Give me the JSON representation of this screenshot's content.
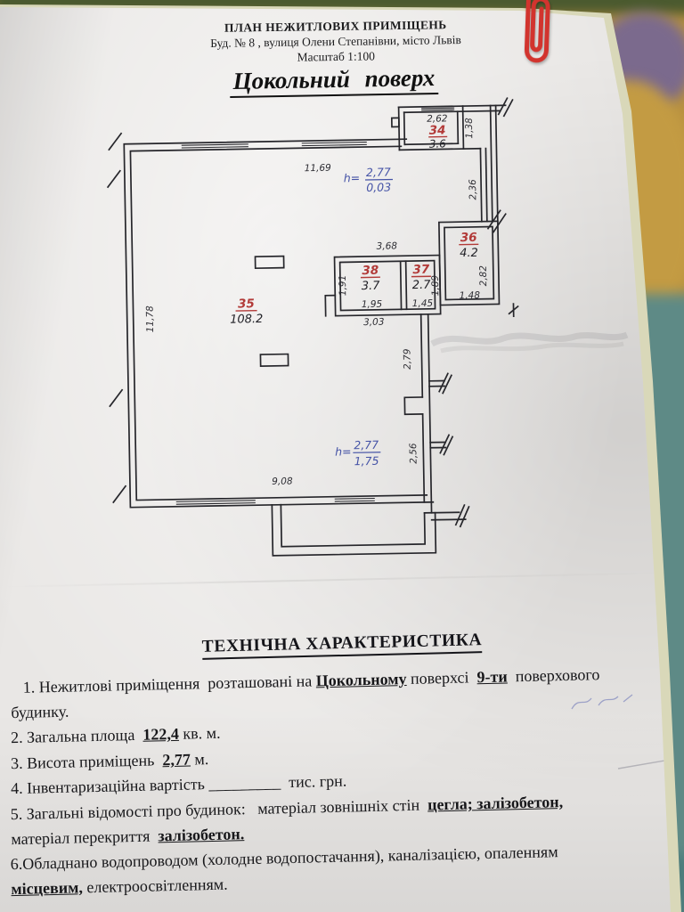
{
  "header": {
    "doc_type": "ПЛАН НЕЖИТЛОВИХ ПРИМІЩЕНЬ",
    "address": "Буд. № 8 , вулиця  Олени Степанівни, місто Львів",
    "scale": "Масштаб 1:100",
    "floor_title": "Цокольний поверх"
  },
  "plan": {
    "rooms": [
      {
        "number": "34",
        "area": "3.6"
      },
      {
        "number": "35",
        "area": "108.2"
      },
      {
        "number": "36",
        "area": "4.2"
      },
      {
        "number": "37",
        "area": "2.7"
      },
      {
        "number": "38",
        "area": "3.7"
      }
    ],
    "heights": [
      {
        "label": "h=",
        "value": "2,77",
        "below": "0,03"
      },
      {
        "label": "h=",
        "value": "2,77",
        "below": "1,75"
      }
    ],
    "dimensions": {
      "top_width": "11,69",
      "left_height": "11,78",
      "bottom_width": "9,08",
      "room34_width": "2,62",
      "corridor_upper": "1,38",
      "corridor_lower": "2,36",
      "block_top": "3,68",
      "room38_height": "1,91",
      "room38_width": "1,95",
      "room37_width": "1,45",
      "room37_height": "1,89",
      "room36_height": "2,82",
      "room36_width": "1,48",
      "block_bottom": "3,03",
      "right_mid": "2,79",
      "right_lower": "2,56"
    }
  },
  "tech": {
    "title": "ТЕХНІЧНА ХАРАКТЕРИСТИКА",
    "item1": {
      "t1": "1. Нежитлові приміщення  розташовані на ",
      "u1": "Цокольному",
      "t2": " поверхсі  ",
      "u2": "9-ти",
      "t3": "  поверхового",
      "t4": "будинку."
    },
    "item2": {
      "t1": "2. Загальна площа  ",
      "u1": "122,4",
      "t2": " кв. м."
    },
    "item3": {
      "t1": "3. Висота приміщень  ",
      "u1": "2,77",
      "t2": " м."
    },
    "item4": {
      "t1": "4. Інвентаризаційна вартість ",
      "blank": "_________",
      "t2": "  тис. грн."
    },
    "item5": {
      "t1": "5. Загальні відомості про будинок:   матеріал зовнішніх стін  ",
      "u1": "цегла; залізобетон,",
      "t2": "матеріал перекриття  ",
      "u2": "залізобетон."
    },
    "item6": {
      "t1": "6.Обладнано водопроводом (холодне водопостачання), каналізацією, опаленням ",
      "u1": "місцевим,",
      "t2": " електроосвітленням."
    }
  },
  "colors": {
    "room_number_red": "#b23a38",
    "handwriting_blue": "#4553a6",
    "paperclip_red": "#d2342e"
  }
}
